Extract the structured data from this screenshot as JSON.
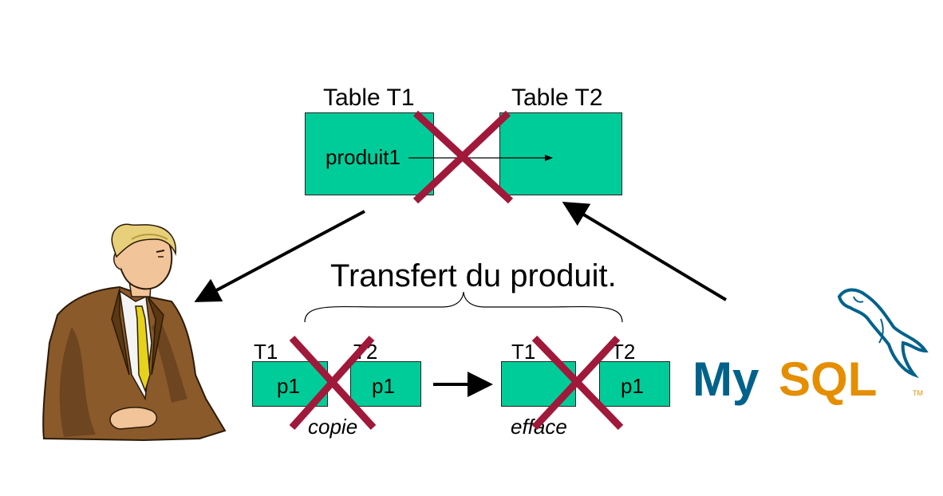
{
  "top": {
    "table1_label": "Table T1",
    "table2_label": "Table T2",
    "product_label": "produit1"
  },
  "caption": "Transfert du produit.",
  "steps": {
    "left": {
      "t1_label": "T1",
      "t2_label": "T2",
      "t1_cell": "p1",
      "t2_cell": "p1",
      "action": "copie"
    },
    "right": {
      "t1_label": "T1",
      "t2_label": "T2",
      "t1_cell": "",
      "t2_cell": "p1",
      "action": "efface"
    }
  },
  "logo": {
    "text": "MySQL",
    "trademark": "TM"
  },
  "colors": {
    "table_fill": "#00cc99",
    "cross": "#a0183a",
    "mysql_blue": "#00628b",
    "mysql_orange": "#e48e00"
  },
  "icons": [
    "businessman-illustration",
    "mysql-dolphin-logo"
  ]
}
